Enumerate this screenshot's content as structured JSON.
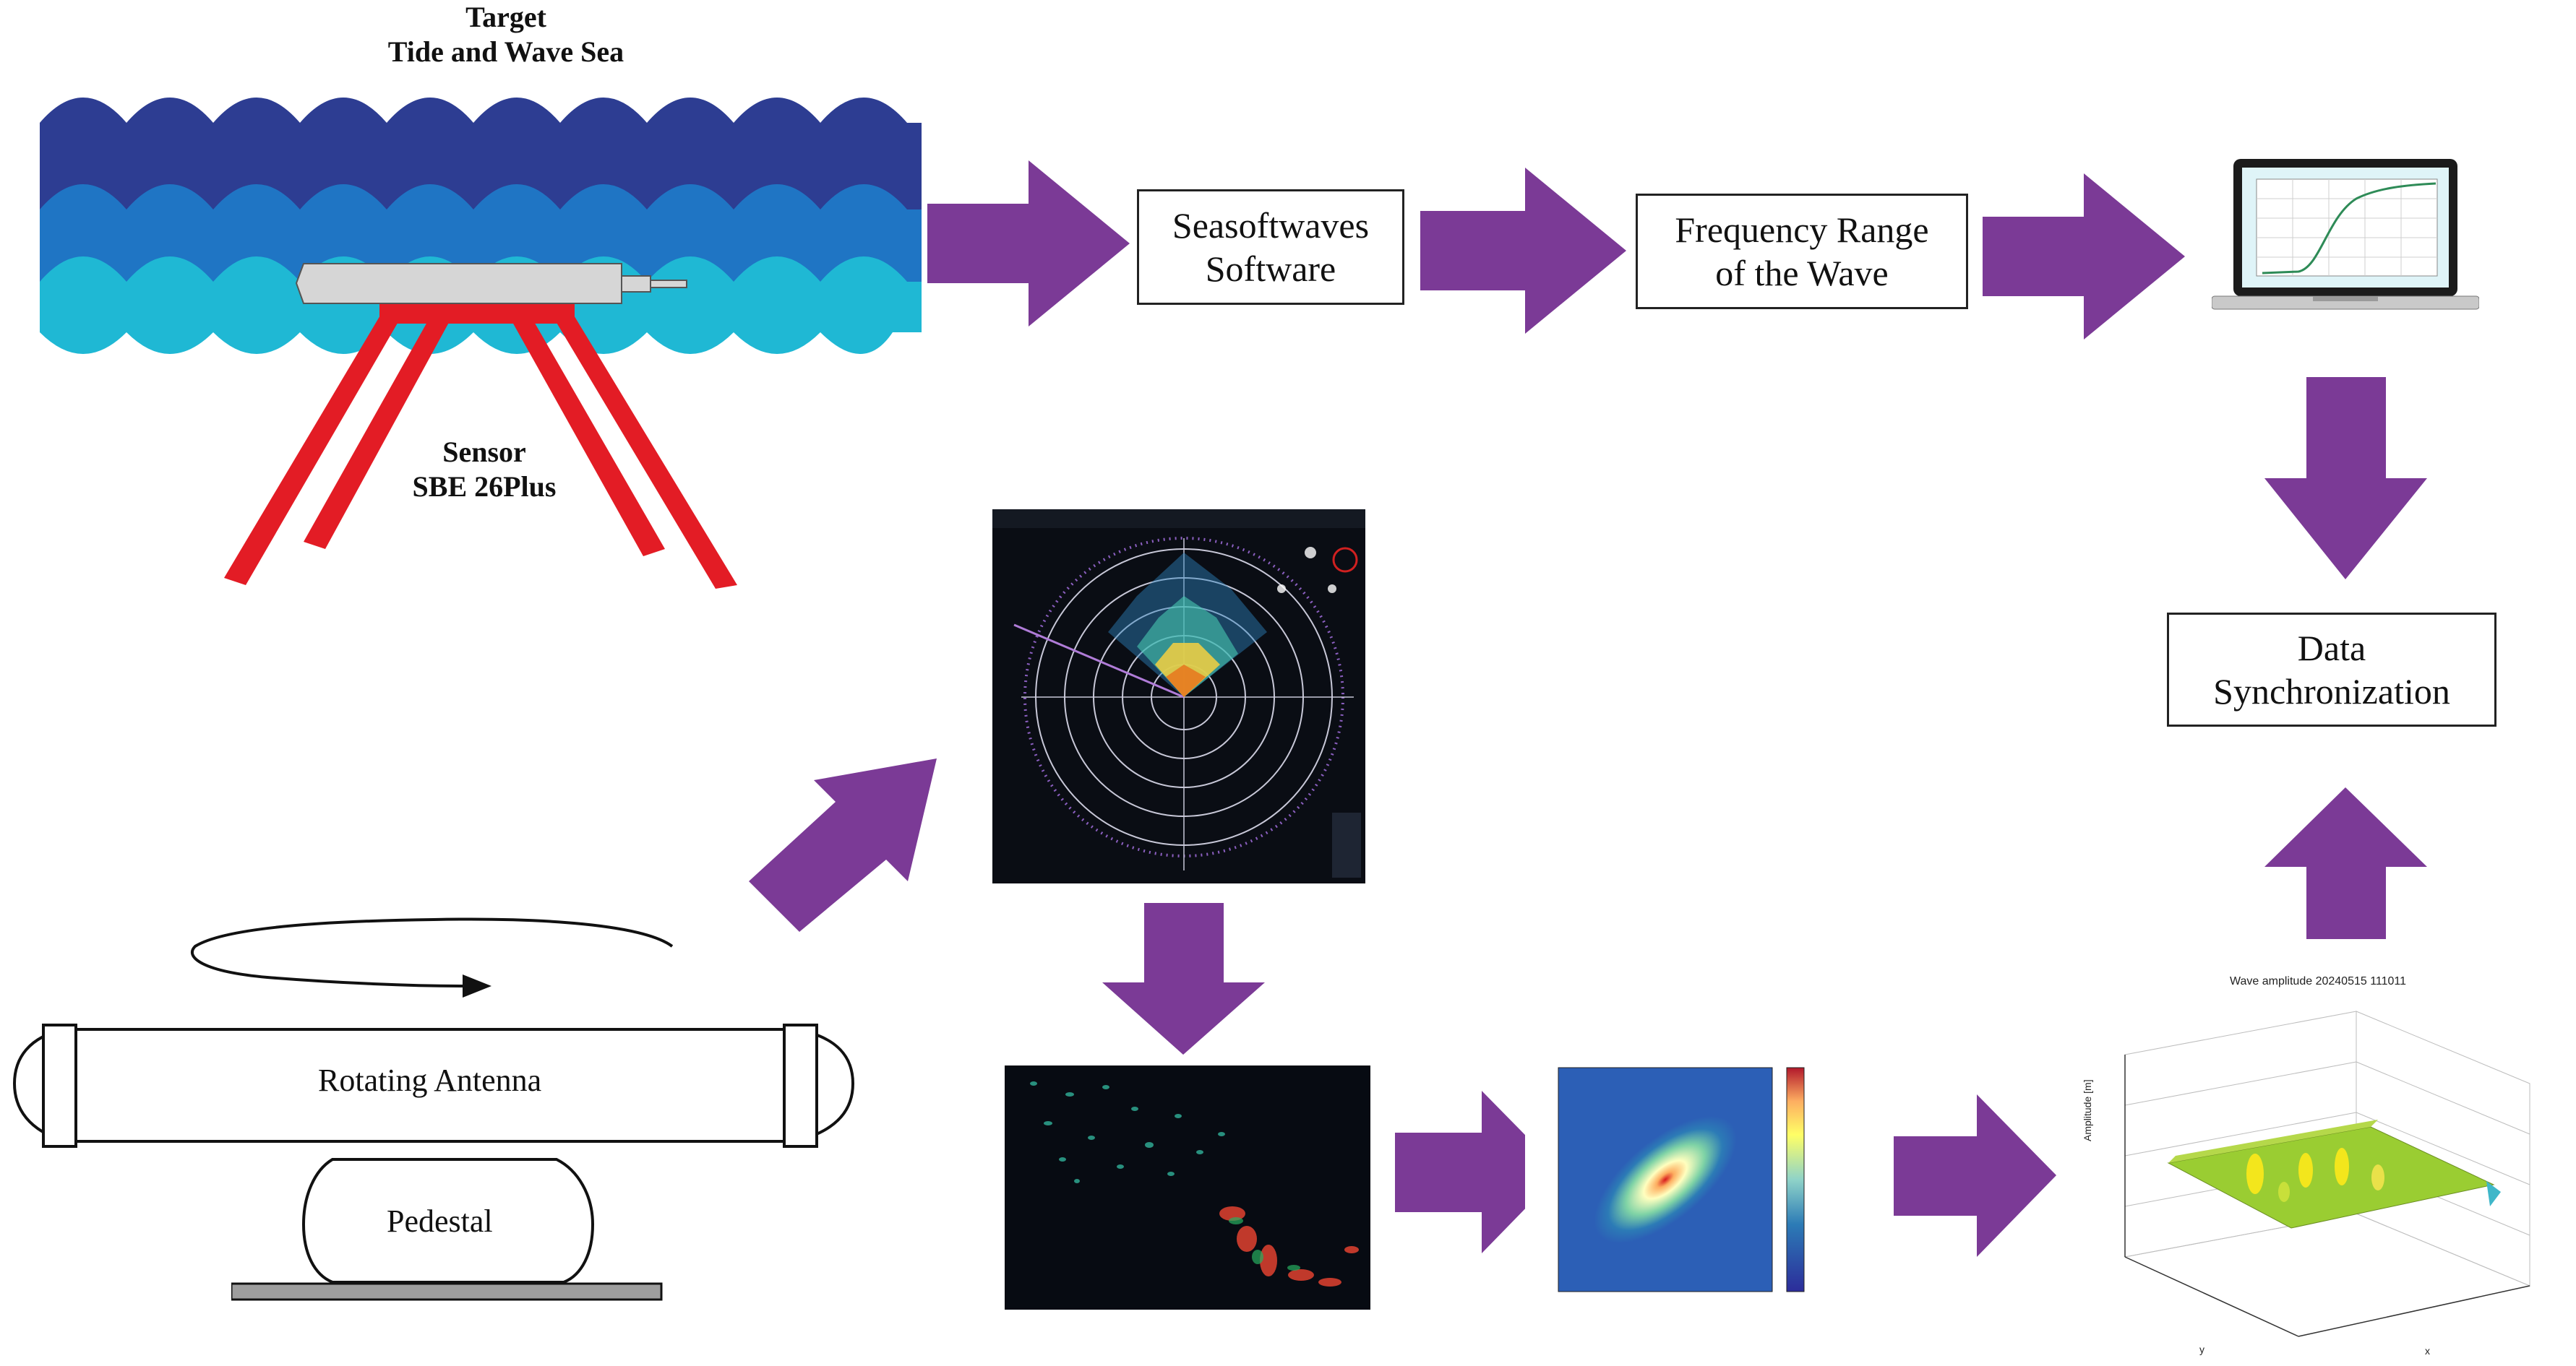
{
  "diagram": {
    "sea_label": "Target\nTide and Wave Sea",
    "sensor_label": "Sensor\nSBE 26Plus",
    "box_software": "Seasoftwaves\nSoftware",
    "box_frequency": "Frequency Range\nof the Wave",
    "box_sync": "Data\nSynchronization",
    "antenna_label": "Rotating Antenna",
    "pedestal_label": "Pedestal",
    "wave_plot_title": "Wave amplitude 20240515 111011",
    "wave_plot_zlabel": "Amplitude [m]",
    "wave_plot_xlabel": "x",
    "wave_plot_ylabel": "y",
    "colors": {
      "arrow": "#7b3a96",
      "wave_dark": "#2d3d92",
      "wave_mid": "#1f75c4",
      "wave_light": "#1fb8d4",
      "sensor_leg": "#e31c25",
      "sensor_body": "#d6d6d6"
    }
  }
}
